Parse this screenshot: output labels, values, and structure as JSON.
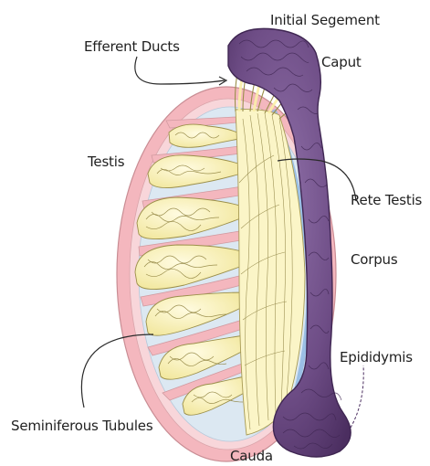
{
  "labels": {
    "initial_segment": "Initial Segement",
    "efferent_ducts": "Efferent Ducts",
    "caput": "Caput",
    "testis": "Testis",
    "rete_testis": "Rete Testis",
    "corpus": "Corpus",
    "epididymis": "Epididymis",
    "seminiferous_tubules": "Seminiferous Tubules",
    "cauda": "Cauda"
  },
  "colors": {
    "epididymis_fill": "#6e4d86",
    "epididymis_dark": "#3f2652",
    "tunica_outer": "#f4b7be",
    "tunica_inner": "#f8d6da",
    "lobule_fill": "#dce8f2",
    "lobule_edge": "#b5c8da",
    "tubule_fill": "#f6eeae",
    "tubule_edge": "#9b8f4a",
    "rete_fill": "#fbf5c7",
    "rete_lines": "#8b7f3f",
    "leader_lines": "#2a2a2a",
    "blue_band": "#8fb7e3"
  }
}
